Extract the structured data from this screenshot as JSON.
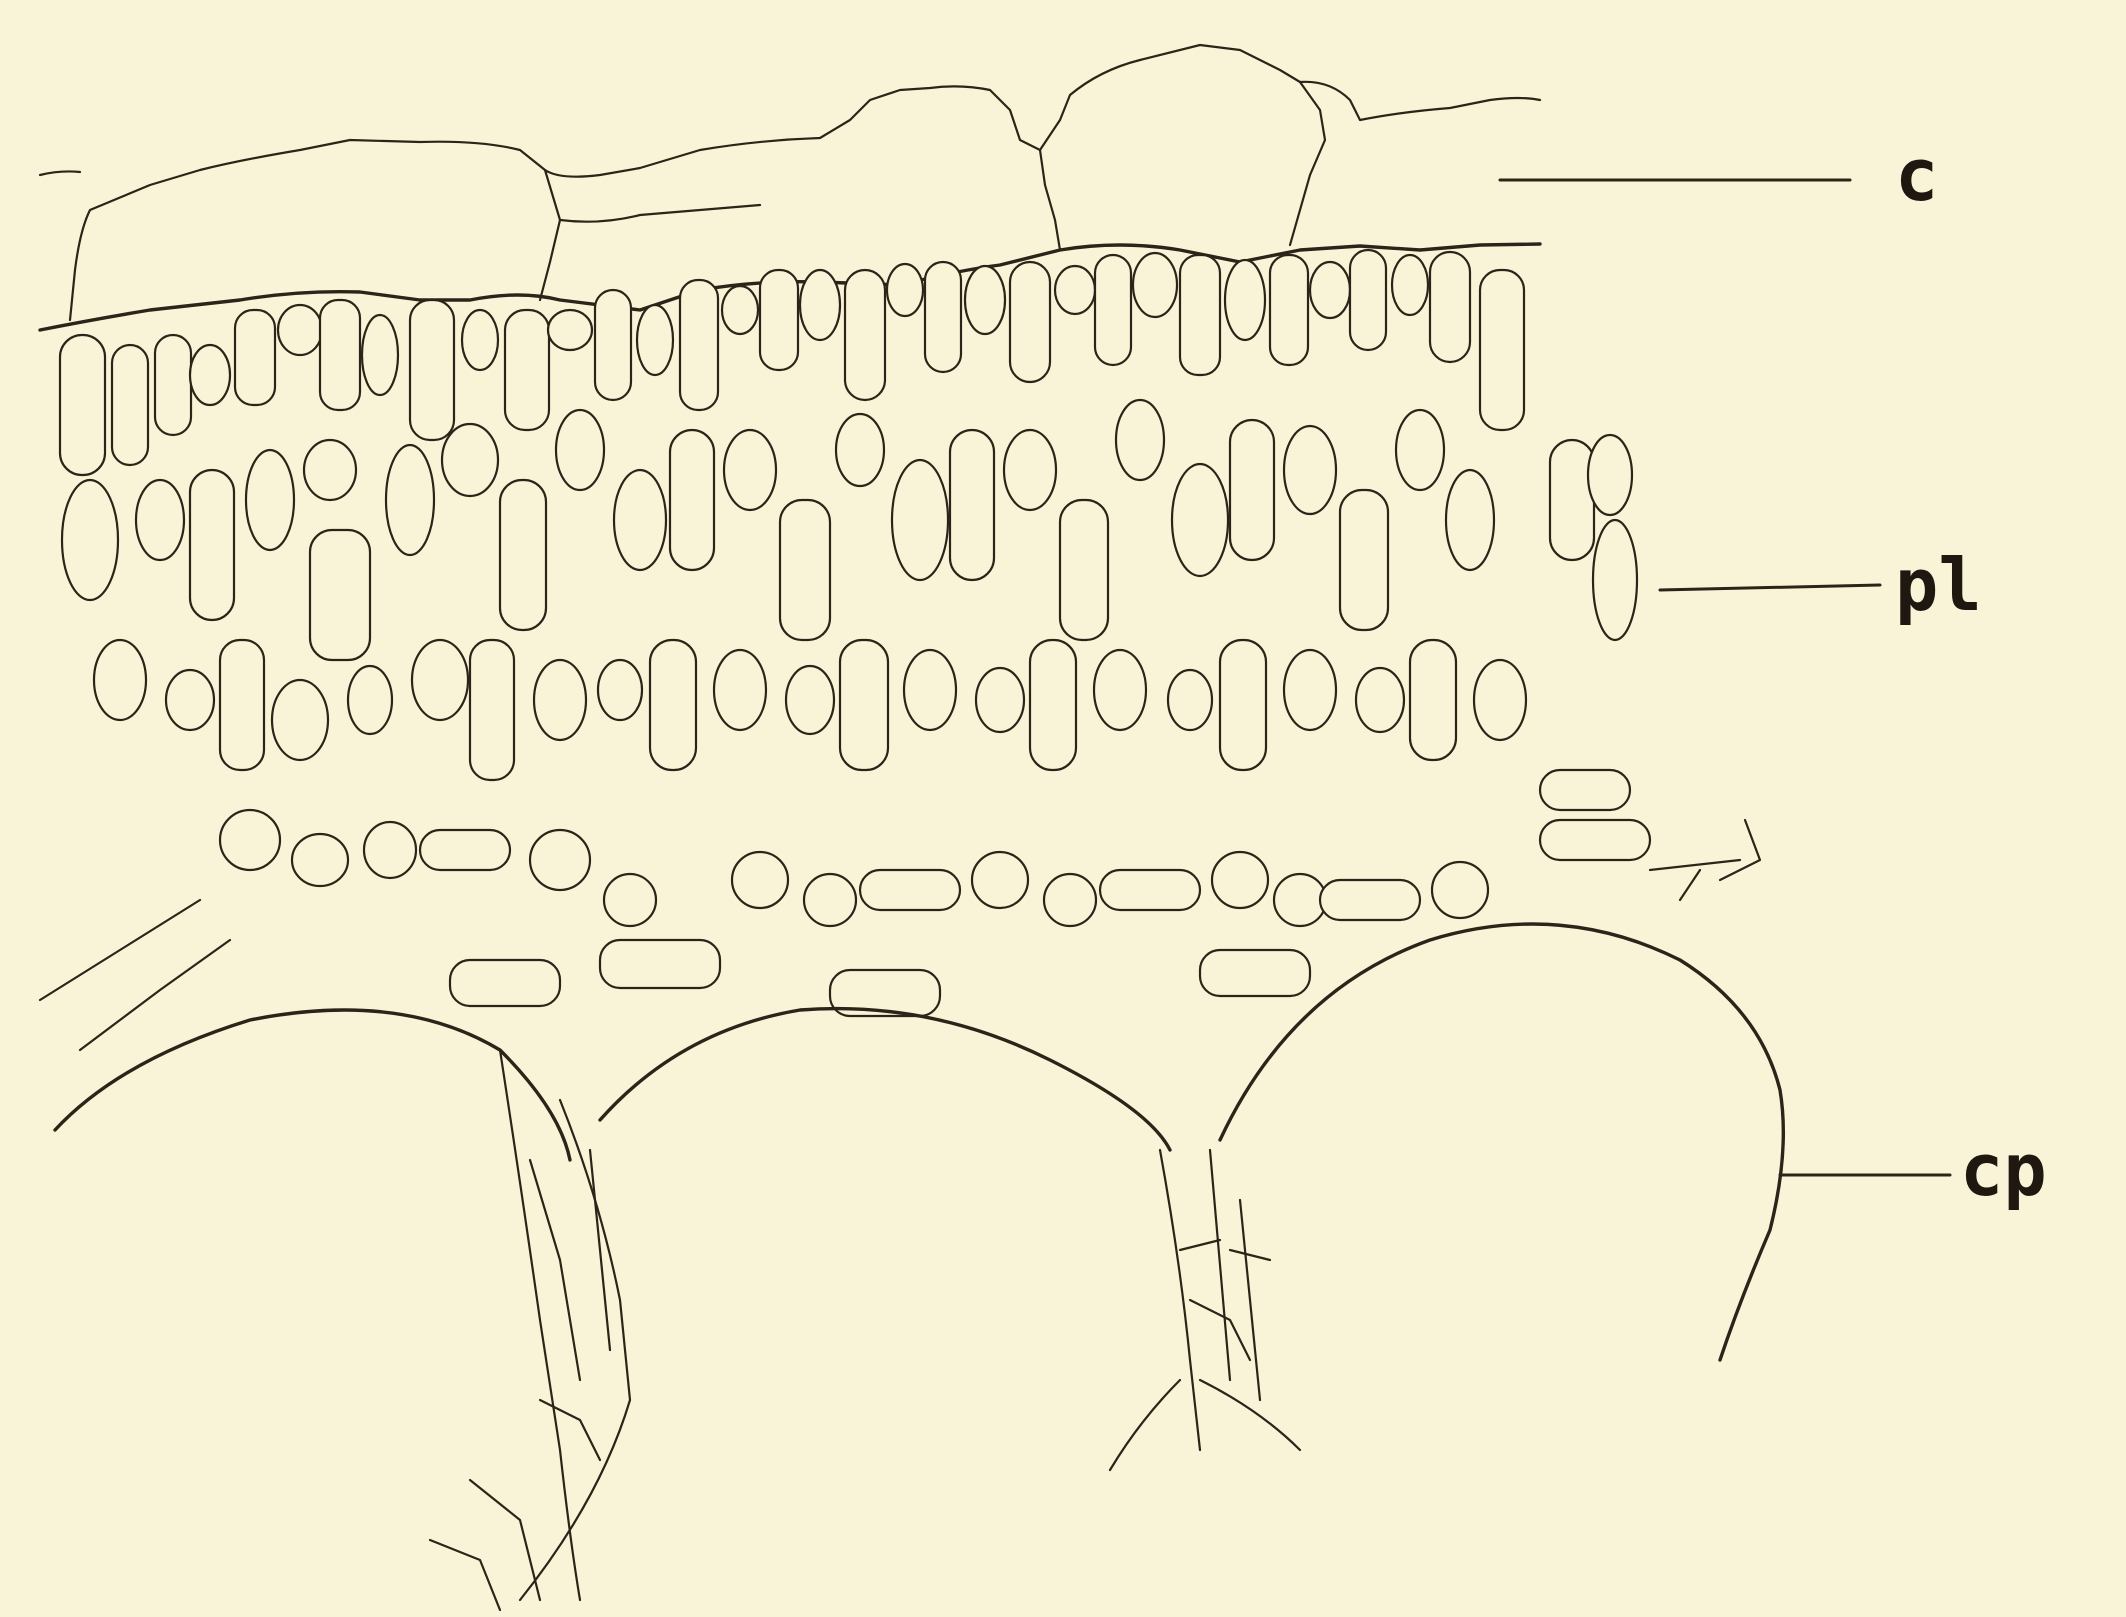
{
  "figure": {
    "labels": [
      {
        "id": "c",
        "text": "c"
      },
      {
        "id": "pl",
        "text": "pl"
      },
      {
        "id": "cp",
        "text": "cp"
      }
    ]
  },
  "colors": {
    "paper": "#f9f4d8",
    "ink": "#2b2418"
  }
}
